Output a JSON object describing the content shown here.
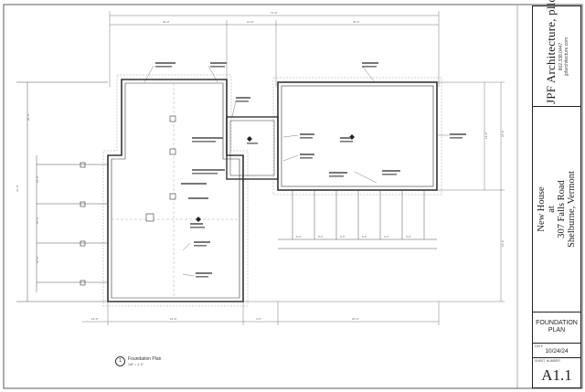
{
  "title_block": {
    "firm_name": "JPF Architecture, pllc",
    "firm_contact": "802.338.0447",
    "firm_web": "jpfarchitecture.com",
    "project_line1": "New House",
    "project_line2": "at",
    "project_line3": "307 Falls Road",
    "project_line4": "Shelburne, Vermont",
    "sheet_title_1": "FOUNDATION",
    "sheet_title_2": "PLAN",
    "date_label": "DATE",
    "date": "10/24/24",
    "sheet_number_label": "SHEET NUMBER",
    "sheet_number": "A1.1"
  },
  "drawing": {
    "view_number": "1",
    "view_title": "Foundation Plan",
    "view_scale": "1/8\" = 1'-0\""
  },
  "colors": {
    "line": "#333333",
    "dim": "#666666",
    "hidden": "#888888"
  }
}
